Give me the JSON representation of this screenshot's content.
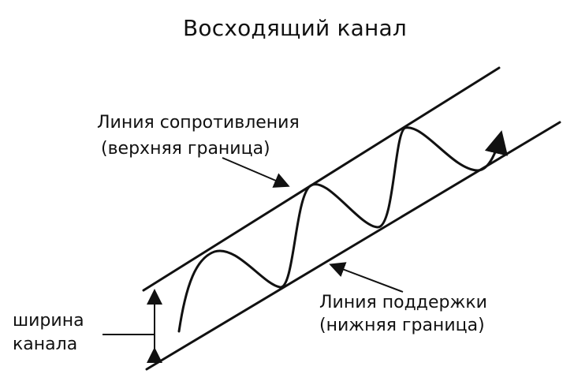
{
  "title": "Восходящий канал",
  "resistance": {
    "line1": "Линия сопротивления",
    "line2": "(верхняя граница)"
  },
  "support": {
    "line1": "Линия поддержки",
    "line2": "(нижняя граница)"
  },
  "width": {
    "line1": "ширина",
    "line2": "канала"
  }
}
